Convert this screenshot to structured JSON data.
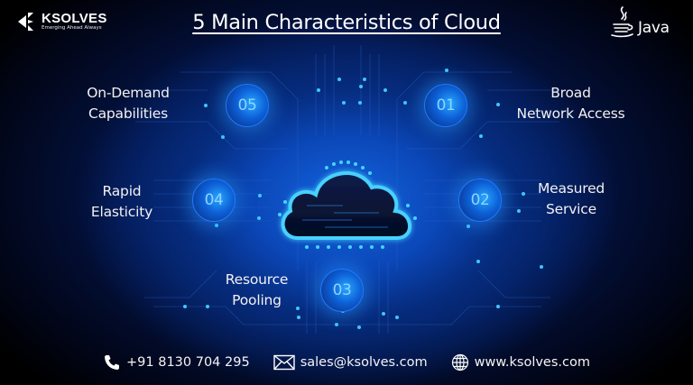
{
  "header": {
    "brand": {
      "name": "KSOLVES",
      "tagline": "Emerging Ahead Always",
      "icon": "ksolves-logo-icon"
    },
    "title": "5 Main Characteristics of Cloud",
    "partner": {
      "name": "Java",
      "icon": "java-cup-icon"
    }
  },
  "center": {
    "icon": "cloud-icon"
  },
  "characteristics": [
    {
      "number": "01",
      "line1": "Broad",
      "line2": "Network Access"
    },
    {
      "number": "02",
      "line1": "Measured",
      "line2": "Service"
    },
    {
      "number": "03",
      "line1": "Resource",
      "line2": "Pooling"
    },
    {
      "number": "04",
      "line1": "Rapid",
      "line2": "Elasticity"
    },
    {
      "number": "05",
      "line1": "On-Demand",
      "line2": "Capabilities"
    }
  ],
  "footer": {
    "phone": {
      "icon": "phone-icon",
      "text": "+91 8130 704 295"
    },
    "email": {
      "icon": "mail-icon",
      "text": "sales@ksolves.com"
    },
    "website": {
      "icon": "globe-icon",
      "text": "www.ksolves.com"
    }
  },
  "colors": {
    "background_dark": "#000000",
    "background_blue": "#0b47b8",
    "glow": "#27a7ff",
    "badge_text": "#8fd4ff",
    "text": "#ffffff"
  }
}
